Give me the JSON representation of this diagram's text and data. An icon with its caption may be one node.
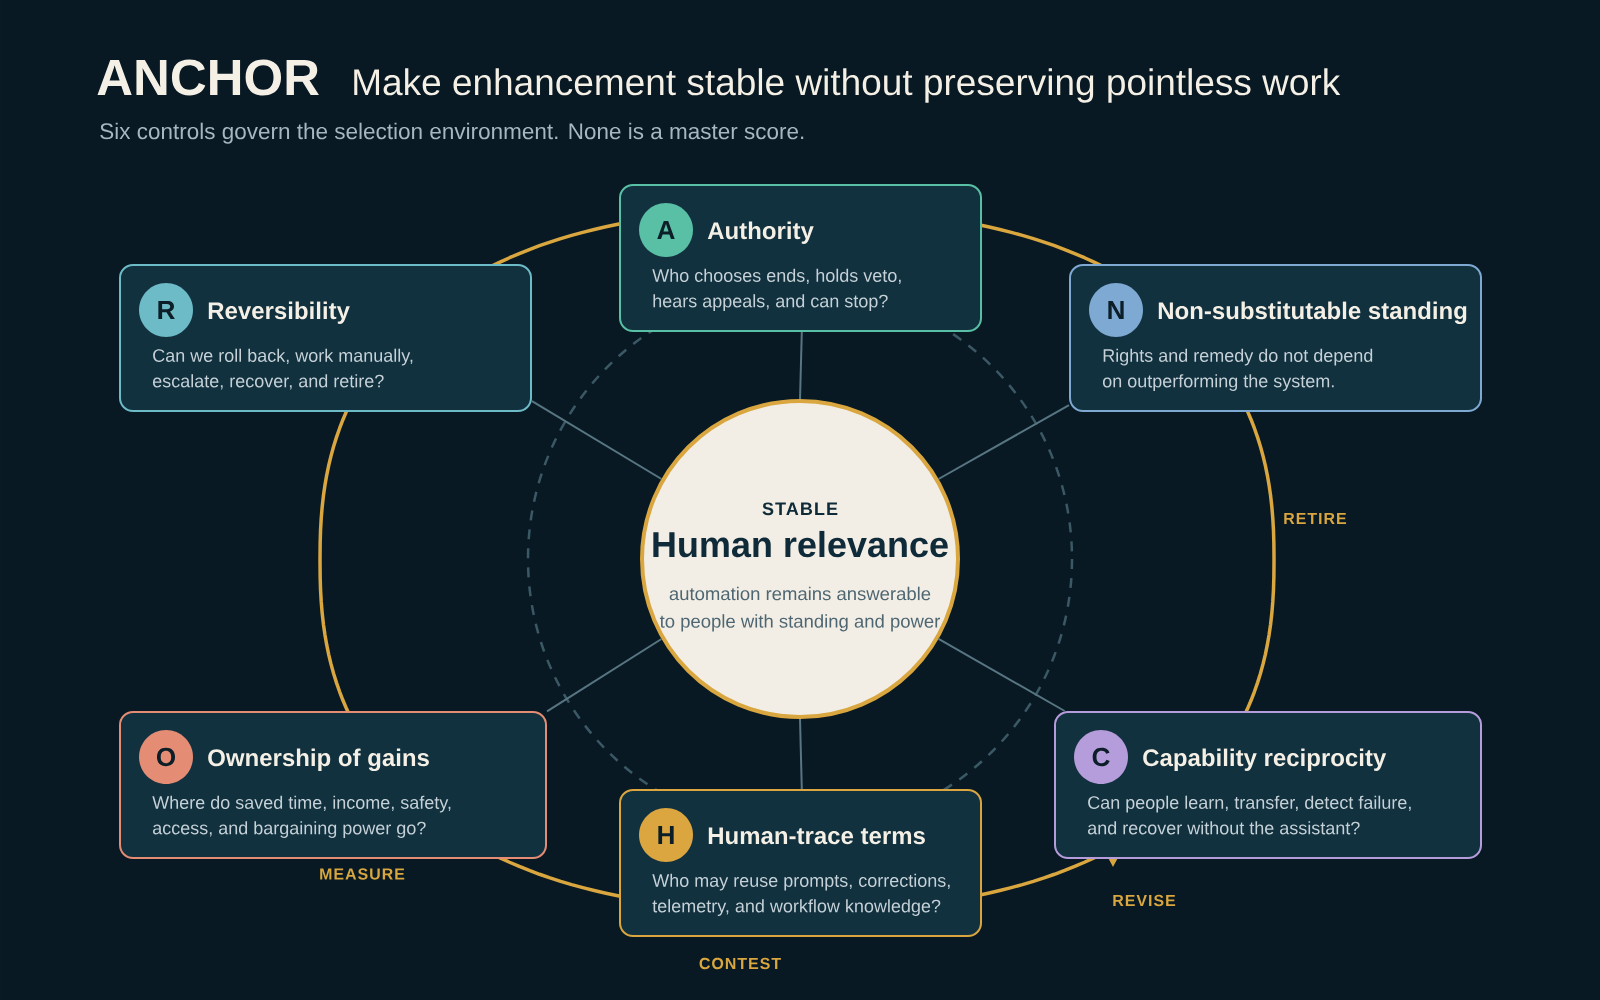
{
  "diagram": {
    "title": "ANCHOR",
    "nodes": [
      {
        "text": [
          "Authority",
          "Who chooses ends, holds veto, hears appeals, and can stop?"
        ]
      },
      {
        "text": [
          "A"
        ],
        "in": 0
      },
      {
        "text": [
          "Reversibility",
          "Can we roll back, work manually, escalate, recover, and retire?"
        ]
      },
      {
        "text": [
          "R"
        ],
        "in": 2
      },
      {
        "text": [
          "Non-substitutable standing",
          "Rights and remedy do not depend on outperforming the system."
        ]
      },
      {
        "text": [
          "N"
        ],
        "in": 4
      },
      {
        "text": [
          "STABLE",
          "Human relevance",
          "automation remains answerable to people with standing and power"
        ]
      },
      {
        "text": [
          "Ownership of gains",
          "Where do saved time, income, safety, access, and bargaining power go?"
        ]
      },
      {
        "text": [
          "O"
        ],
        "in": 7
      },
      {
        "text": [
          "Capability reciprocity",
          "Can people learn, transfer, detect failure, and recover without the assistant?"
        ]
      },
      {
        "text": [
          "C"
        ],
        "in": 9
      },
      {
        "text": [
          "Human-trace terms",
          "Who may reuse prompts, corrections, telemetry, and workflow knowledge?"
        ]
      },
      {
        "text": [
          "H"
        ],
        "in": 11
      }
    ],
    "edges": [
      {
        "from": 6,
        "to": 0,
        "arrow": "none"
      },
      {
        "from": 6,
        "to": 2,
        "arrow": "none"
      },
      {
        "from": 6,
        "to": 4,
        "arrow": "none"
      },
      {
        "from": 6,
        "to": 7,
        "arrow": "none"
      },
      {
        "from": 6,
        "to": 9,
        "arrow": "none"
      },
      {
        "from": 6,
        "to": 11,
        "arrow": "none"
      }
    ],
    "labels": [
      "Make enhancement stable without preserving pointless work",
      "Six controls govern the selection environment. None is a master score.",
      "RETIRE",
      "MEASURE",
      "REVISE",
      "CONTEST"
    ]
  }
}
